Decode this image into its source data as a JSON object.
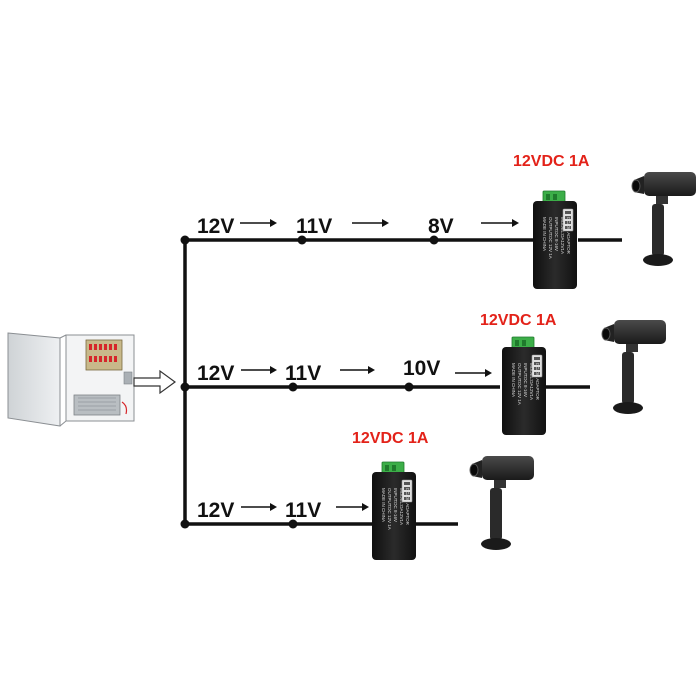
{
  "colors": {
    "wire": "#111111",
    "spec_label": "#e32219",
    "converter_body": "#1c1c1c",
    "terminal_block": "#3cae48",
    "enclosure": "#e4e6e8",
    "camera": "#2a2a2a"
  },
  "power_supply": {
    "icon": "power-supply-box-icon"
  },
  "feed_arrow": {
    "icon": "hollow-arrow-icon"
  },
  "branches": [
    {
      "voltages": [
        "12V",
        "11V",
        "8V"
      ],
      "spec": "12VDC 1A",
      "converter": {
        "title": "DC/DC ADAPTOR",
        "model": "MODEL:DA12V1A",
        "input": "INPUT:DC 8-16V",
        "output": "OUTPUT:DC 12V 1A",
        "origin": "MADE IN CHINA"
      },
      "camera_icon": "ip-camera-icon"
    },
    {
      "voltages": [
        "12V",
        "11V",
        "10V"
      ],
      "spec": "12VDC 1A",
      "converter": {
        "title": "DC/DC ADAPTOR",
        "model": "MODEL:DA12V1A",
        "input": "INPUT:DC 8-16V",
        "output": "OUTPUT:DC 12V 1A",
        "origin": "MADE IN CHINA"
      },
      "camera_icon": "ip-camera-icon"
    },
    {
      "voltages": [
        "12V",
        "11V"
      ],
      "spec": "12VDC 1A",
      "converter": {
        "title": "DC/DC ADAPTOR",
        "model": "MODEL:DA12V1A",
        "input": "INPUT:DC 8-16V",
        "output": "OUTPUT:DC 12V 1A",
        "origin": "MADE IN CHINA"
      },
      "camera_icon": "ip-camera-icon"
    }
  ]
}
